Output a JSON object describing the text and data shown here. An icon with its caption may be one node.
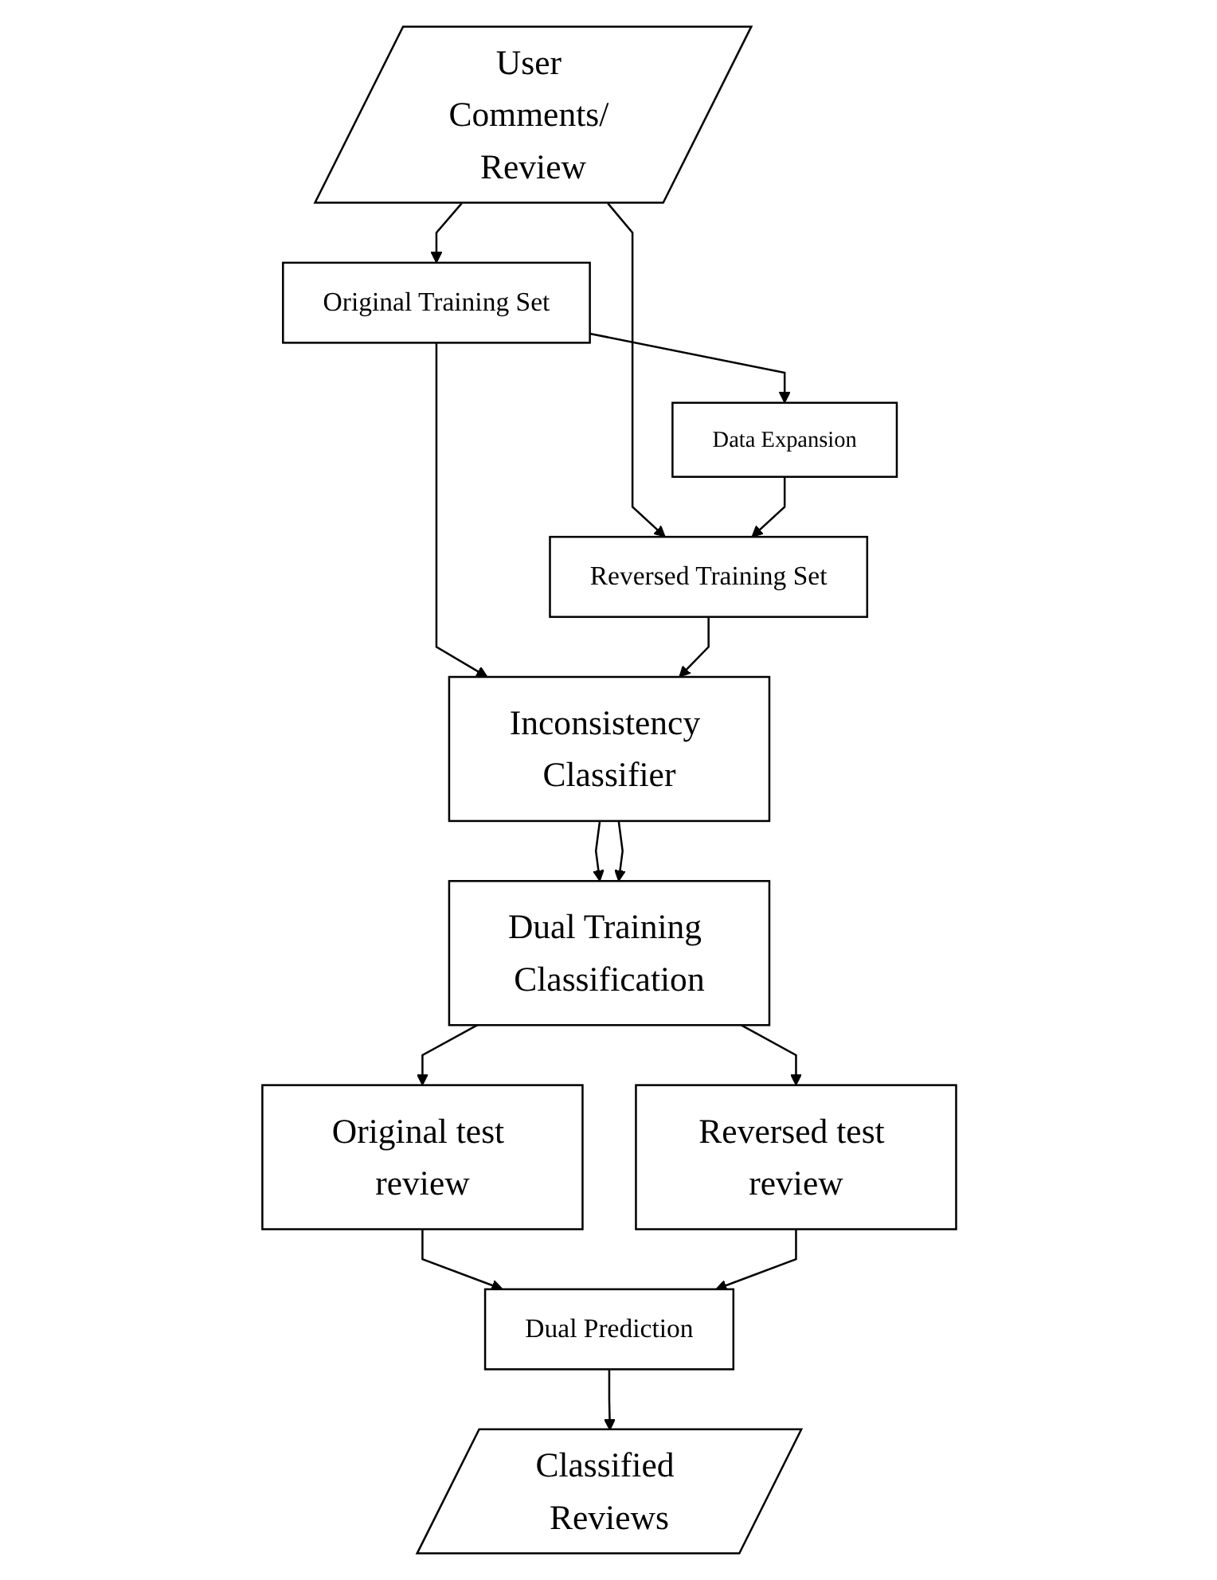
{
  "diagram": {
    "nodes": [
      {
        "text": [
          "User Comments/ Review"
        ]
      },
      {
        "text": [
          "Original Training Set"
        ]
      },
      {
        "text": [
          "Data Expansion"
        ]
      },
      {
        "text": [
          "Reversed Training Set"
        ]
      },
      {
        "text": [
          "Inconsistency Classifier"
        ]
      },
      {
        "text": [
          "Dual Training Classification"
        ]
      },
      {
        "text": [
          "Original test review"
        ]
      },
      {
        "text": [
          "Reversed test review"
        ]
      },
      {
        "text": [
          "Dual Prediction"
        ]
      },
      {
        "text": [
          "Classified Reviews"
        ]
      }
    ],
    "edges": [
      {
        "from": 0,
        "to": 1,
        "arrow": "to"
      },
      {
        "from": 0,
        "to": 3,
        "arrow": "to"
      },
      {
        "from": 1,
        "to": 2,
        "arrow": "to"
      },
      {
        "from": 2,
        "to": 3,
        "arrow": "to"
      },
      {
        "from": 1,
        "to": 4,
        "arrow": "to"
      },
      {
        "from": 3,
        "to": 4,
        "arrow": "to"
      },
      {
        "from": 4,
        "to": 5,
        "arrow": "to"
      },
      {
        "from": 4,
        "to": 5,
        "arrow": "to"
      },
      {
        "from": 5,
        "to": 6,
        "arrow": "to"
      },
      {
        "from": 5,
        "to": 7,
        "arrow": "to"
      },
      {
        "from": 6,
        "to": 8,
        "arrow": "to"
      },
      {
        "from": 7,
        "to": 8,
        "arrow": "to"
      },
      {
        "from": 8,
        "to": 9,
        "arrow": "to"
      }
    ]
  }
}
